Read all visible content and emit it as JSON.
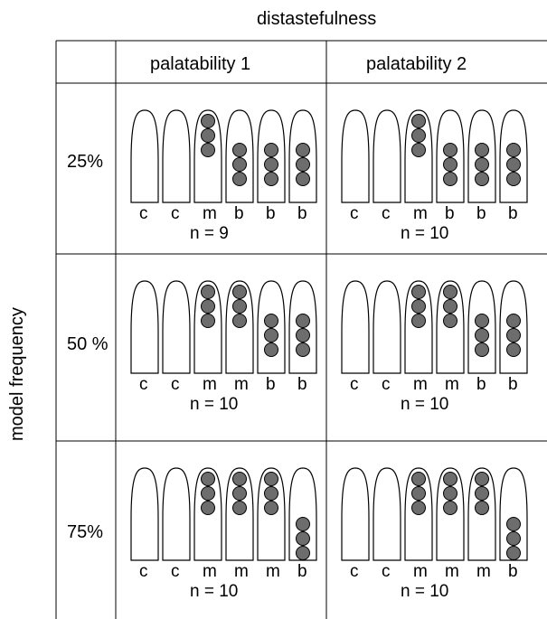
{
  "column_group_label": "distastefulness",
  "row_group_label": "model frequency",
  "columns": [
    {
      "label": "palatability 1"
    },
    {
      "label": "palatability 2"
    }
  ],
  "rows": [
    {
      "label": "25%"
    },
    {
      "label": "50 %"
    },
    {
      "label": "75%"
    }
  ],
  "cells": [
    [
      {
        "n_label": "n = 9",
        "tubes": [
          {
            "label": "c",
            "dots": 0,
            "pos": "none"
          },
          {
            "label": "c",
            "dots": 0,
            "pos": "none"
          },
          {
            "label": "m",
            "dots": 3,
            "pos": "top"
          },
          {
            "label": "b",
            "dots": 3,
            "pos": "mid"
          },
          {
            "label": "b",
            "dots": 3,
            "pos": "mid"
          },
          {
            "label": "b",
            "dots": 3,
            "pos": "mid"
          }
        ]
      },
      {
        "n_label": "n = 10",
        "tubes": [
          {
            "label": "c",
            "dots": 0,
            "pos": "none"
          },
          {
            "label": "c",
            "dots": 0,
            "pos": "none"
          },
          {
            "label": "m",
            "dots": 3,
            "pos": "top"
          },
          {
            "label": "b",
            "dots": 3,
            "pos": "mid"
          },
          {
            "label": "b",
            "dots": 3,
            "pos": "mid"
          },
          {
            "label": "b",
            "dots": 3,
            "pos": "mid"
          }
        ]
      }
    ],
    [
      {
        "n_label": "n = 10",
        "tubes": [
          {
            "label": "c",
            "dots": 0,
            "pos": "none"
          },
          {
            "label": "c",
            "dots": 0,
            "pos": "none"
          },
          {
            "label": "m",
            "dots": 3,
            "pos": "top"
          },
          {
            "label": "m",
            "dots": 3,
            "pos": "top"
          },
          {
            "label": "b",
            "dots": 3,
            "pos": "mid"
          },
          {
            "label": "b",
            "dots": 3,
            "pos": "mid"
          }
        ]
      },
      {
        "n_label": "n = 10",
        "tubes": [
          {
            "label": "c",
            "dots": 0,
            "pos": "none"
          },
          {
            "label": "c",
            "dots": 0,
            "pos": "none"
          },
          {
            "label": "m",
            "dots": 3,
            "pos": "top"
          },
          {
            "label": "m",
            "dots": 3,
            "pos": "top"
          },
          {
            "label": "b",
            "dots": 3,
            "pos": "mid"
          },
          {
            "label": "b",
            "dots": 3,
            "pos": "mid"
          }
        ]
      }
    ],
    [
      {
        "n_label": "n = 10",
        "tubes": [
          {
            "label": "c",
            "dots": 0,
            "pos": "none"
          },
          {
            "label": "c",
            "dots": 0,
            "pos": "none"
          },
          {
            "label": "m",
            "dots": 3,
            "pos": "top"
          },
          {
            "label": "m",
            "dots": 3,
            "pos": "top"
          },
          {
            "label": "m",
            "dots": 3,
            "pos": "top"
          },
          {
            "label": "b",
            "dots": 3,
            "pos": "low"
          }
        ]
      },
      {
        "n_label": "n = 10",
        "tubes": [
          {
            "label": "c",
            "dots": 0,
            "pos": "none"
          },
          {
            "label": "c",
            "dots": 0,
            "pos": "none"
          },
          {
            "label": "m",
            "dots": 3,
            "pos": "top"
          },
          {
            "label": "m",
            "dots": 3,
            "pos": "top"
          },
          {
            "label": "m",
            "dots": 3,
            "pos": "top"
          },
          {
            "label": "b",
            "dots": 3,
            "pos": "low"
          }
        ]
      }
    ]
  ]
}
